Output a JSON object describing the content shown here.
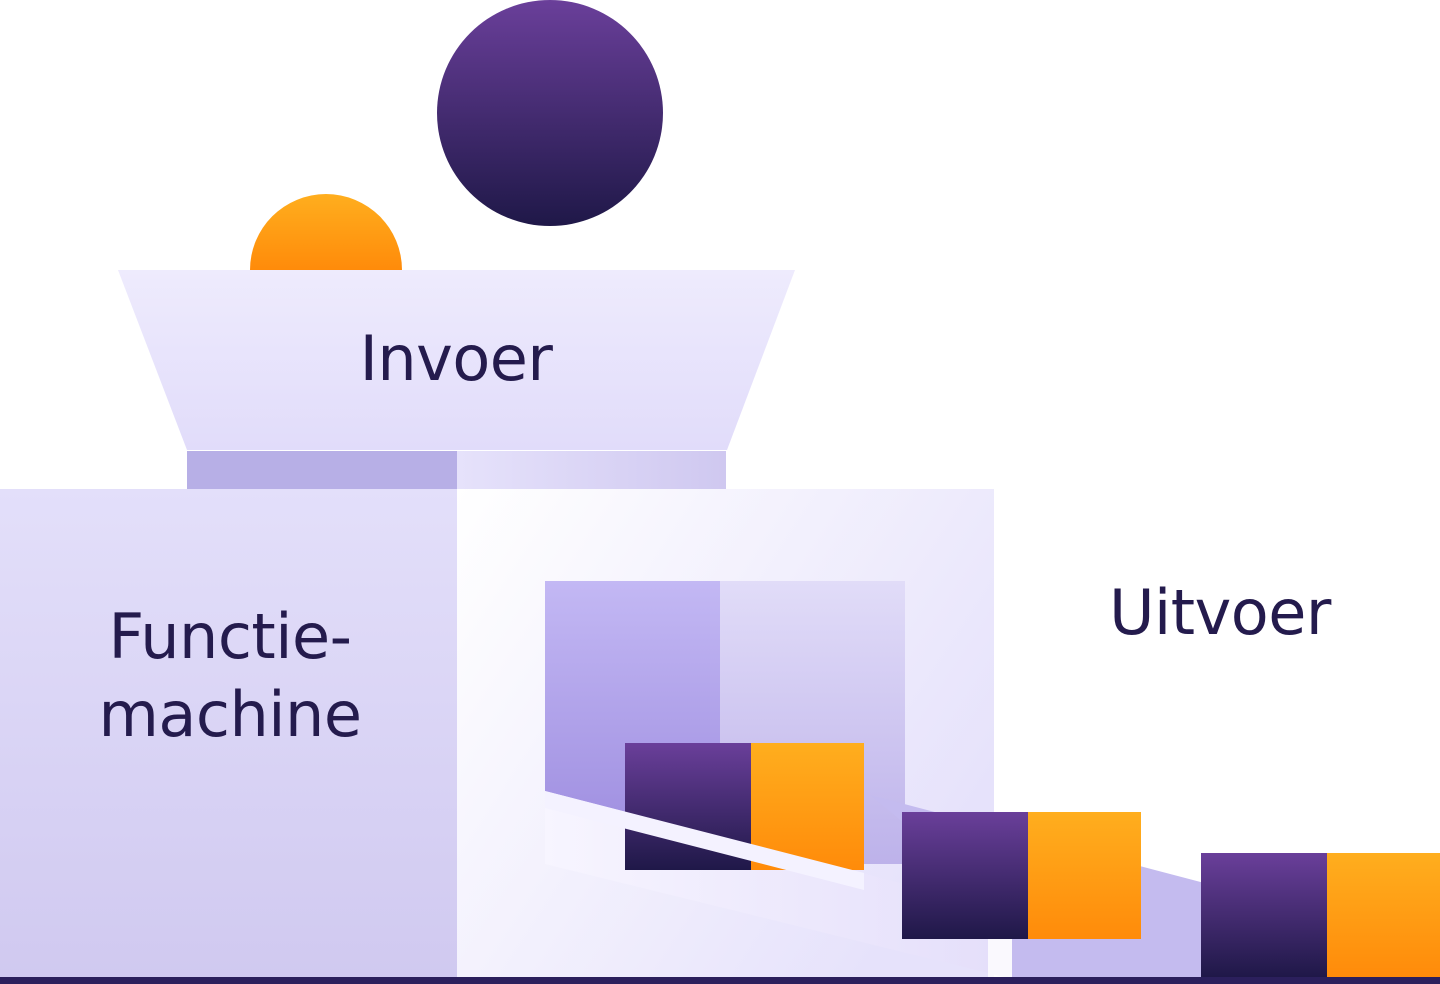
{
  "labels": {
    "input": "Invoer",
    "machine_line1": "Functie-",
    "machine_line2": "machine",
    "output": "Uitvoer"
  },
  "colors": {
    "text": "#241b4d",
    "purple_light": "#6a3f9a",
    "purple_dark": "#1f1848",
    "orange_light": "#ffae1e",
    "orange_dark": "#ff8b0a",
    "machine_light": "#e7e4fb",
    "machine_mid": "#cfc8f0",
    "ground": "#2b1f5c"
  },
  "icons": {
    "input_big": "purple-circle",
    "input_small": "orange-semicircle",
    "outputs": "purple-orange-block"
  }
}
